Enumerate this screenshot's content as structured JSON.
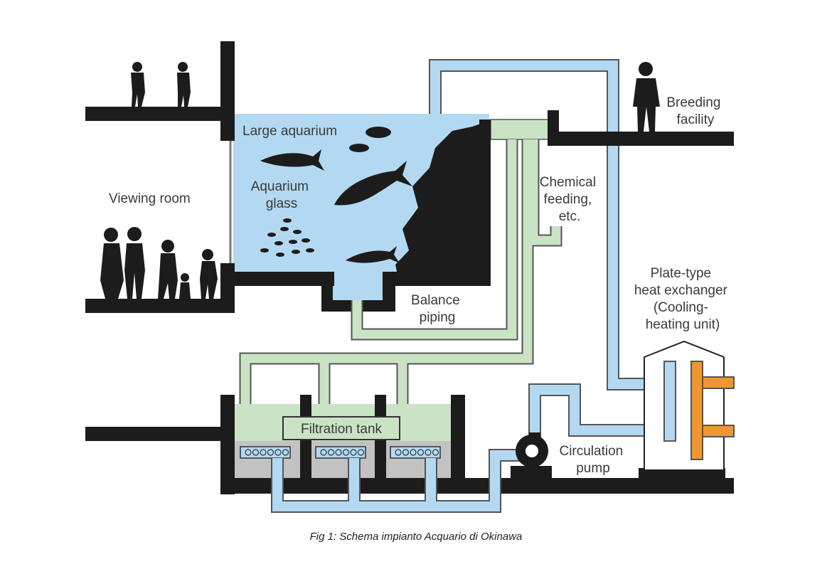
{
  "labels": {
    "large_aquarium": "Large aquarium",
    "aquarium_glass": [
      "Aquarium",
      "glass"
    ],
    "viewing_room": "Viewing room",
    "breeding_facility": [
      "Breeding",
      "facility"
    ],
    "chemical_feeding": [
      "Chemical",
      "feeding,",
      "etc."
    ],
    "balance_piping": [
      "Balance",
      "piping"
    ],
    "heat_exchanger": [
      "Plate-type",
      "heat exchanger",
      "(Cooling-",
      "heating unit)"
    ],
    "filtration_tank": "Filtration tank",
    "circulation_pump": [
      "Circulation",
      "pump"
    ]
  },
  "caption": "Fig 1: Schema impianto Acquario di Okinawa",
  "colors": {
    "water": "#b3d9f2",
    "filter_water": "#c9e3c4",
    "wall": "#1c1c1c",
    "gravel": "#c2c2c2",
    "heating_pipe": "#f0962e",
    "pipe_outline": "#555555"
  }
}
